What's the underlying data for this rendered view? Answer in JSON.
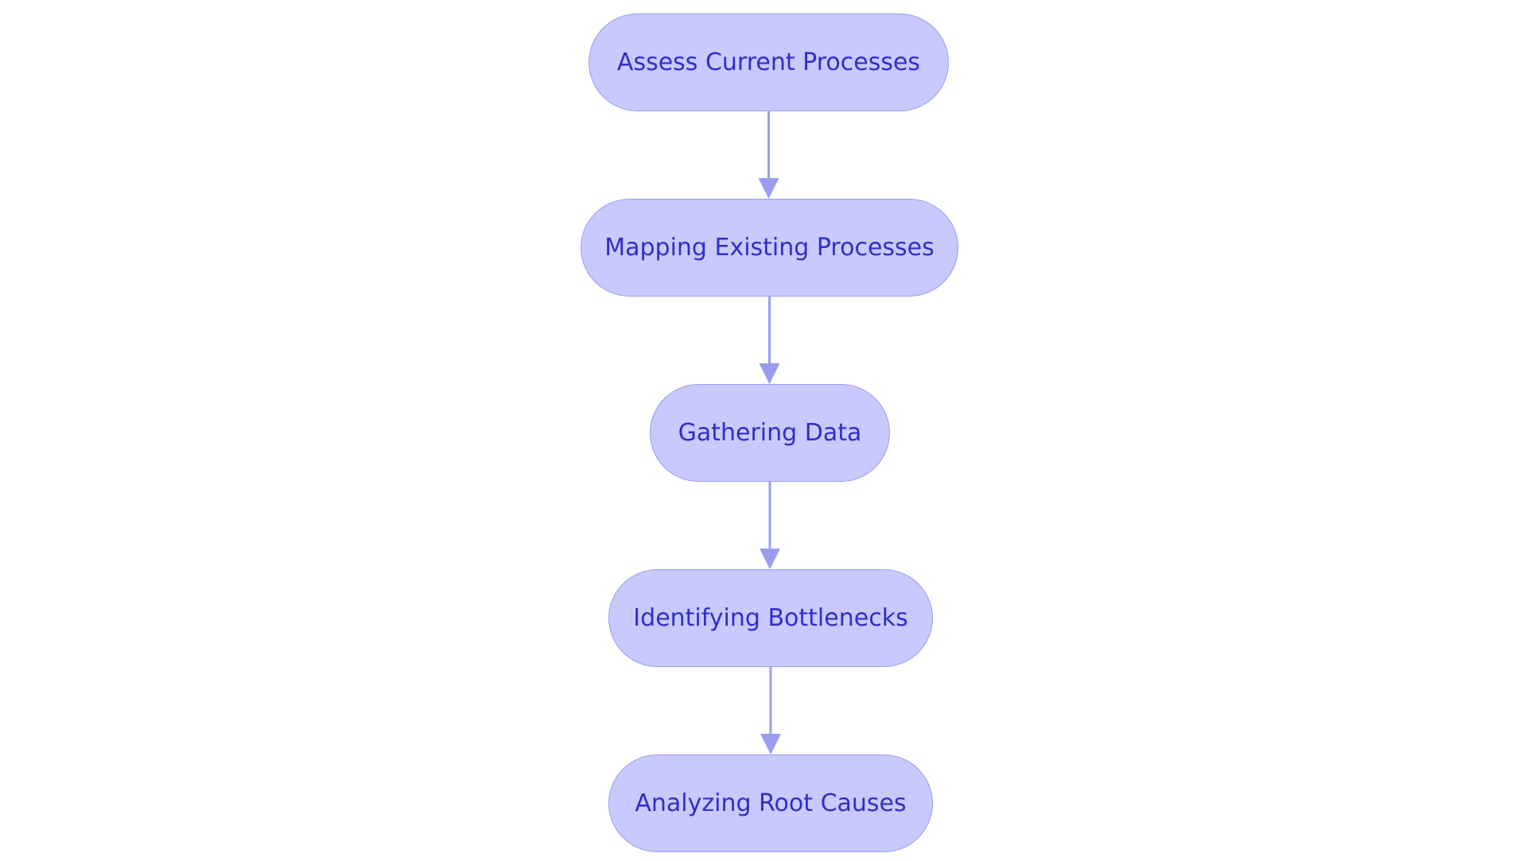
{
  "colors": {
    "node_fill": "#c8c9fd",
    "node_border": "#9a9cf0",
    "node_text": "#2f2fc8",
    "edge": "#9a9cf0",
    "background": "#ffffff"
  },
  "diagram": {
    "type": "flowchart",
    "direction": "top-to-bottom",
    "nodes": [
      {
        "id": "assess",
        "label": "Assess Current Processes"
      },
      {
        "id": "mapping",
        "label": "Mapping Existing Processes"
      },
      {
        "id": "gathering",
        "label": "Gathering Data"
      },
      {
        "id": "identifying",
        "label": "Identifying Bottlenecks"
      },
      {
        "id": "analyzing",
        "label": "Analyzing Root Causes"
      }
    ],
    "edges": [
      {
        "from": "assess",
        "to": "mapping"
      },
      {
        "from": "mapping",
        "to": "gathering"
      },
      {
        "from": "gathering",
        "to": "identifying"
      },
      {
        "from": "identifying",
        "to": "analyzing"
      }
    ]
  }
}
